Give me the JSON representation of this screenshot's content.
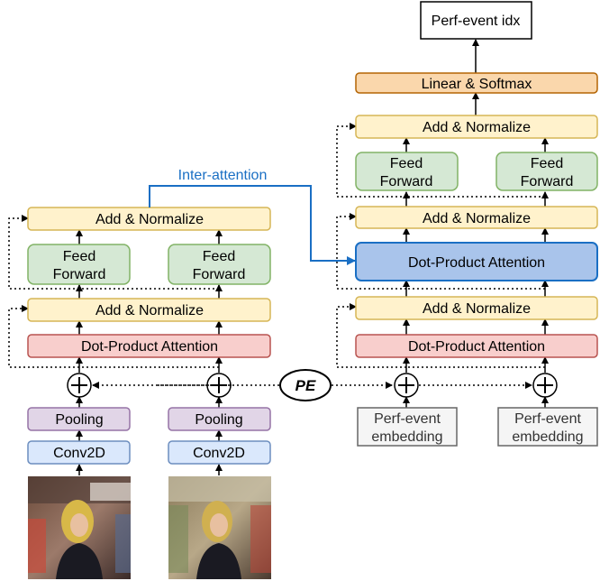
{
  "colors": {
    "yellow_fill": "#fff2cc",
    "yellow_stroke": "#d6b656",
    "green_fill": "#d5e8d4",
    "green_stroke": "#82b366",
    "red_fill": "#f8cecc",
    "red_stroke": "#b85450",
    "purple_fill": "#e1d5e7",
    "purple_stroke": "#9673a6",
    "blue_fill": "#dae8fc",
    "blue_stroke": "#6c8ebf",
    "orange_fill": "#fad7ac",
    "orange_stroke": "#b46504",
    "dpa_blue_fill": "#a9c4eb",
    "dpa_blue_stroke": "#1a6fc4",
    "gray_fill": "#f5f5f5",
    "gray_stroke": "#666666",
    "inter_line": "#1a6fc4"
  },
  "encoder": {
    "add_norm_top": "Add & Normalize",
    "ff_left_line1": "Feed",
    "ff_left_line2": "Forward",
    "ff_right_line1": "Feed",
    "ff_right_line2": "Forward",
    "add_norm_bottom": "Add & Normalize",
    "dot_product_attention": "Dot-Product Attention",
    "pooling_left": "Pooling",
    "pooling_right": "Pooling",
    "conv_left": "Conv2D",
    "conv_right": "Conv2D"
  },
  "decoder": {
    "output": "Perf-event idx",
    "linear_softmax": "Linear & Softmax",
    "add_norm_top": "Add & Normalize",
    "ff_left_line1": "Feed",
    "ff_left_line2": "Forward",
    "ff_right_line1": "Feed",
    "ff_right_line2": "Forward",
    "add_norm_middle": "Add & Normalize",
    "cross_attention": "Dot-Product Attention",
    "add_norm_bottom": "Add & Normalize",
    "self_attention": "Dot-Product Attention",
    "embedding_left_line1": "Perf-event",
    "embedding_left_line2": "embedding",
    "embedding_right_line1": "Perf-event",
    "embedding_right_line2": "embedding"
  },
  "pe_label": "PE",
  "inter_attention_label": "Inter-attention",
  "frame_images": {
    "left": "video-frame-woman-in-store",
    "right": "video-frame-woman-in-store"
  }
}
